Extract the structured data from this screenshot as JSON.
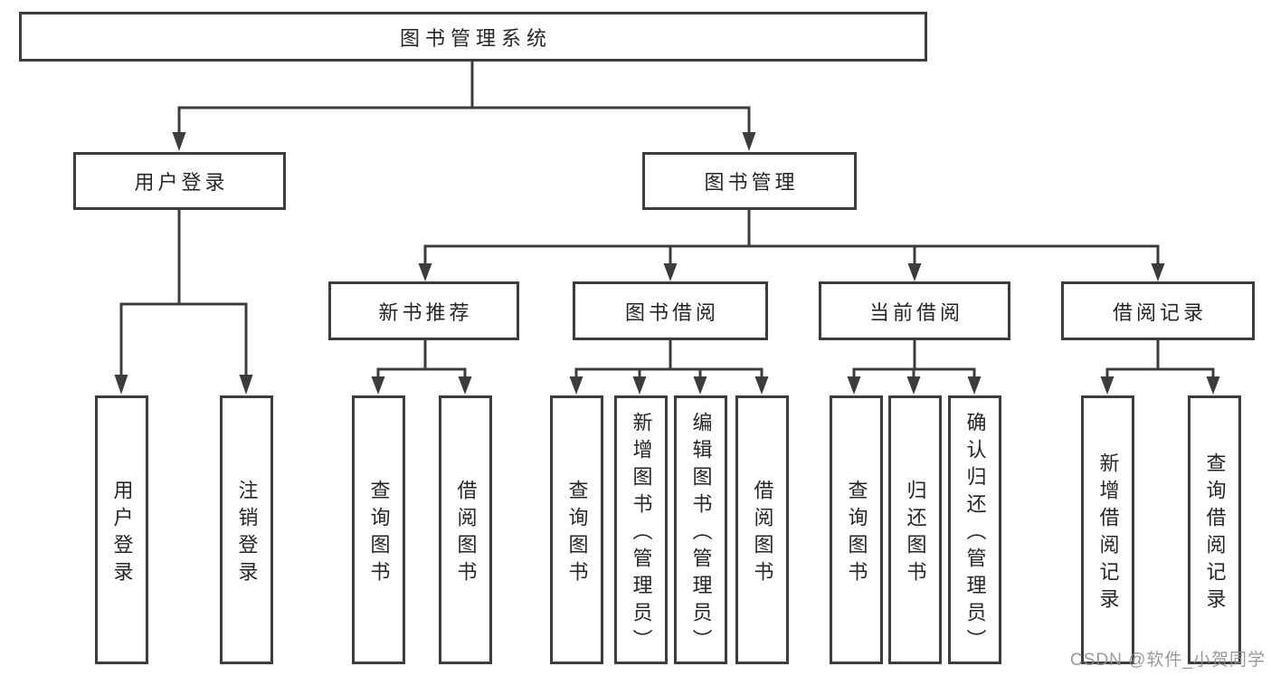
{
  "diagram": {
    "title": "图书管理系统",
    "level2": [
      {
        "label": "用户登录"
      },
      {
        "label": "图书管理"
      }
    ],
    "level3": [
      {
        "label": "新书推荐",
        "parent": "图书管理"
      },
      {
        "label": "图书借阅",
        "parent": "图书管理"
      },
      {
        "label": "当前借阅",
        "parent": "图书管理"
      },
      {
        "label": "借阅记录",
        "parent": "图书管理"
      }
    ],
    "leaves": [
      {
        "label": "用户登录",
        "parent": "用户登录"
      },
      {
        "label": "注销登录",
        "parent": "用户登录"
      },
      {
        "label": "查询图书",
        "parent": "新书推荐"
      },
      {
        "label": "借阅图书",
        "parent": "新书推荐"
      },
      {
        "label": "查询图书",
        "parent": "图书借阅"
      },
      {
        "label": "新增图书（管理员）",
        "parent": "图书借阅"
      },
      {
        "label": "编辑图书（管理员）",
        "parent": "图书借阅"
      },
      {
        "label": "借阅图书",
        "parent": "图书借阅"
      },
      {
        "label": "查询图书",
        "parent": "当前借阅"
      },
      {
        "label": "归还图书",
        "parent": "当前借阅"
      },
      {
        "label": "确认归还（管理员）",
        "parent": "当前借阅"
      },
      {
        "label": "新增借阅记录",
        "parent": "借阅记录"
      },
      {
        "label": "查询借阅记录",
        "parent": "借阅记录"
      }
    ]
  },
  "watermark": {
    "text": "CSDN @软件_小贺同学",
    "color": "#8e8e8e"
  },
  "colors": {
    "line": "#3c3c3c",
    "text": "#262626",
    "background": "#ffffff"
  }
}
